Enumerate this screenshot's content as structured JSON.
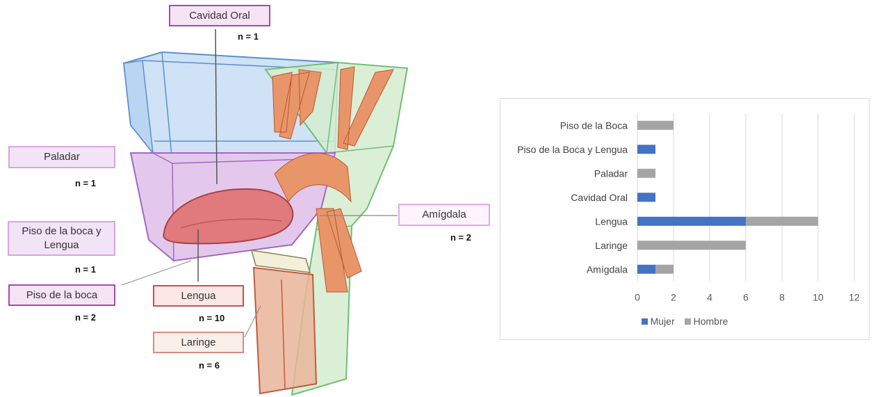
{
  "anatomy": {
    "labels": [
      {
        "key": "cavidad_oral",
        "text": "Cavidad Oral",
        "count": "n = 1"
      },
      {
        "key": "paladar",
        "text": "Paladar",
        "count": "n = 1"
      },
      {
        "key": "piso_boca_lengua",
        "text": "Piso de la boca y Lengua",
        "count": "n = 1"
      },
      {
        "key": "piso_boca",
        "text": "Piso de la boca",
        "count": "n = 2"
      },
      {
        "key": "lengua",
        "text": "Lengua",
        "count": "n = 10"
      },
      {
        "key": "laringe",
        "text": "Laringe",
        "count": "n = 6"
      },
      {
        "key": "amigdala",
        "text": "Amígdala",
        "count": "n = 2"
      }
    ]
  },
  "chart_data": {
    "type": "bar",
    "orientation": "horizontal",
    "stacked": true,
    "categories": [
      "Piso de la Boca",
      "Piso de la Boca y Lengua",
      "Paladar",
      "Cavidad Oral",
      "Lengua",
      "Laringe",
      "Amígdala"
    ],
    "series": [
      {
        "name": "Mujer",
        "color": "#4472c4",
        "values": [
          0,
          1,
          0,
          1,
          6,
          0,
          1
        ]
      },
      {
        "name": "Hombre",
        "color": "#a5a5a5",
        "values": [
          2,
          0,
          1,
          0,
          4,
          6,
          1
        ]
      }
    ],
    "xlim": [
      0,
      12
    ],
    "xticks": [
      0,
      2,
      4,
      6,
      8,
      10,
      12
    ],
    "grid": true,
    "legend_position": "bottom"
  }
}
